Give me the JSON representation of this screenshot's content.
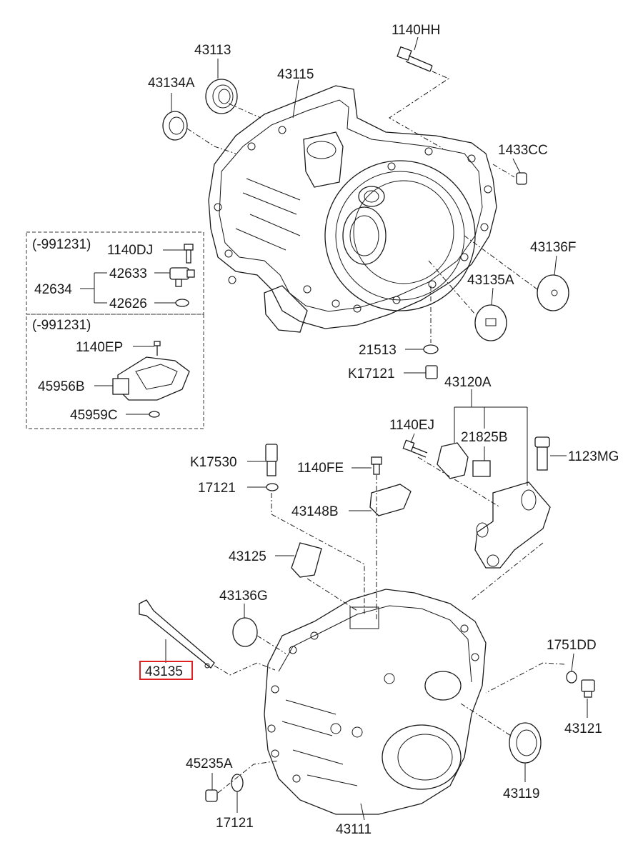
{
  "labels": {
    "p1140HH": "1140HH",
    "p43113": "43113",
    "p43134A": "43134A",
    "p43115": "43115",
    "p1433CC": "1433CC",
    "p43136F": "43136F",
    "p43135A": "43135A",
    "p21513": "21513",
    "pK17121": "K17121",
    "p43120A": "43120A",
    "p1140EJ": "1140EJ",
    "p21825B": "21825B",
    "p1123MG": "1123MG",
    "pK17530": "K17530",
    "p1140FE": "1140FE",
    "p17121a": "17121",
    "p43148B": "43148B",
    "p43125": "43125",
    "p43136G": "43136G",
    "p43135": "43135",
    "p1751DD": "1751DD",
    "p43121": "43121",
    "p43119": "43119",
    "p45235A": "45235A",
    "p17121b": "17121",
    "p43111": "43111"
  },
  "box1": {
    "note": "(-991231)",
    "p1140DJ": "1140DJ",
    "p42633": "42633",
    "p42634": "42634",
    "p42626": "42626"
  },
  "box2": {
    "note": "(-991231)",
    "p1140EP": "1140EP",
    "p45956B": "45956B",
    "p45959C": "45959C"
  },
  "colors": {
    "line": "#1a1a1a",
    "highlight": "#e02020",
    "background": "#ffffff"
  }
}
